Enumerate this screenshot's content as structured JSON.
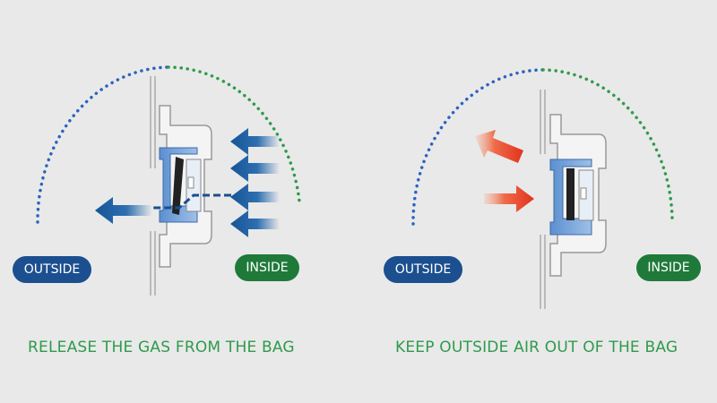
{
  "left_panel": {
    "outside_label": "OUTSIDE",
    "inside_label": "INSIDE",
    "caption": "RELEASE THE GAS FROM THE BAG"
  },
  "right_panel": {
    "outside_label": "OUTSIDE",
    "inside_label": "INSIDE",
    "caption": "KEEP OUTSIDE AIR OUT OF THE BAG"
  },
  "colors": {
    "background": "#e9e9e9",
    "outside_blue": "#1c4f8f",
    "inside_green": "#1f7a3a",
    "caption_green": "#2f9a4c",
    "flow_blue": "#1a5a9a",
    "flow_red": "#e2321e"
  }
}
